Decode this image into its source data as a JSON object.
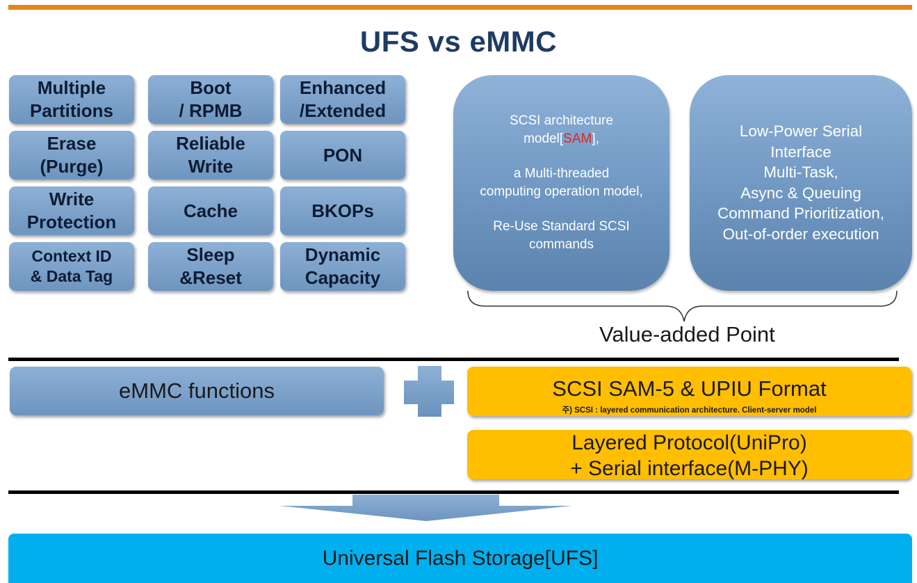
{
  "title": "UFS vs eMMC",
  "features": [
    {
      "label": "Multiple\nPartitions",
      "name": "feature-multiple-partitions"
    },
    {
      "label": "Boot\n/ RPMB",
      "name": "feature-boot-rpmb"
    },
    {
      "label": "Enhanced\n/Extended",
      "name": "feature-enhanced-extended"
    },
    {
      "label": "Erase\n(Purge)",
      "name": "feature-erase-purge"
    },
    {
      "label": "Reliable\nWrite",
      "name": "feature-reliable-write"
    },
    {
      "label": "PON",
      "name": "feature-pon"
    },
    {
      "label": "Write\nProtection",
      "name": "feature-write-protection"
    },
    {
      "label": "Cache",
      "name": "feature-cache"
    },
    {
      "label": "BKOPs",
      "name": "feature-bkops"
    },
    {
      "label": "Context ID\n& Data Tag",
      "name": "feature-context-id-data-tag"
    },
    {
      "label": "Sleep\n&Reset",
      "name": "feature-sleep-reset"
    },
    {
      "label": "Dynamic\nCapacity",
      "name": "feature-dynamic-capacity"
    }
  ],
  "value_box_1": {
    "line1": "SCSI architecture",
    "line2_prefix": "model[",
    "line2_highlight": "SAM",
    "line2_suffix": "],",
    "line3": "a Multi-threaded",
    "line4": "computing operation model,",
    "line5": "Re-Use Standard SCSI",
    "line6": "commands"
  },
  "value_box_2": {
    "lines": [
      "Low-Power Serial",
      "Interface",
      "Multi-Task,",
      "Async  & Queuing",
      "Command Prioritization,",
      "Out-of-order execution"
    ]
  },
  "value_point_label": "Value-added Point",
  "emmc_functions_label": "eMMC functions",
  "scsi_box": {
    "label": "SCSI SAM-5 & UPIU Format",
    "footnote": "주) SCSI : layered communication architecture. Client-server model"
  },
  "protocol_box": {
    "line1": "Layered Protocol(UniPro)",
    "line2": "+ Serial interface(M-PHY)"
  },
  "ufs_label": "Universal Flash Storage[UFS]",
  "colors": {
    "accent_orange": "#e8831a",
    "title_navy": "#1f3b63",
    "tile_blue": "#7ba2cc",
    "highlight_yellow": "#ffbe00",
    "ufs_cyan": "#00b0ee",
    "sam_red": "#e0261f"
  }
}
